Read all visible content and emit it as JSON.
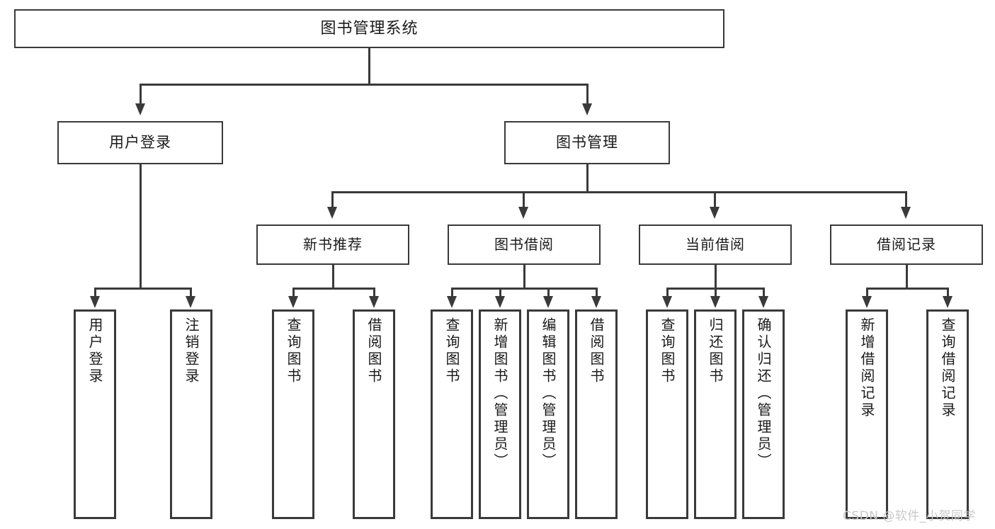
{
  "diagram": {
    "type": "tree",
    "title": "图书管理系统",
    "root": {
      "label": "图书管理系统"
    },
    "level2": [
      {
        "label": "用户登录"
      },
      {
        "label": "图书管理"
      }
    ],
    "level3": [
      {
        "label": "新书推荐"
      },
      {
        "label": "图书借阅"
      },
      {
        "label": "当前借阅"
      },
      {
        "label": "借阅记录"
      }
    ],
    "leaves": {
      "user_login": [
        {
          "label": "用户登录"
        },
        {
          "label": "注销登录"
        }
      ],
      "new_book_recommend": [
        {
          "label": "查询图书"
        },
        {
          "label": "借阅图书"
        }
      ],
      "book_borrow": [
        {
          "label": "查询图书"
        },
        {
          "label": "新增图书（管理员）"
        },
        {
          "label": "编辑图书（管理员）"
        },
        {
          "label": "借阅图书"
        }
      ],
      "current_borrow": [
        {
          "label": "查询图书"
        },
        {
          "label": "归还图书"
        },
        {
          "label": "确认归还（管理员）"
        }
      ],
      "borrow_record": [
        {
          "label": "新增借阅记录"
        },
        {
          "label": "查询借阅记录"
        }
      ]
    }
  },
  "watermark": {
    "text": "CSDN @软件_小贺同学"
  },
  "colors": {
    "stroke": "#3a3a3a",
    "fill": "#ffffff",
    "text": "#1a1a1a",
    "watermark": "#c9c9c9"
  }
}
